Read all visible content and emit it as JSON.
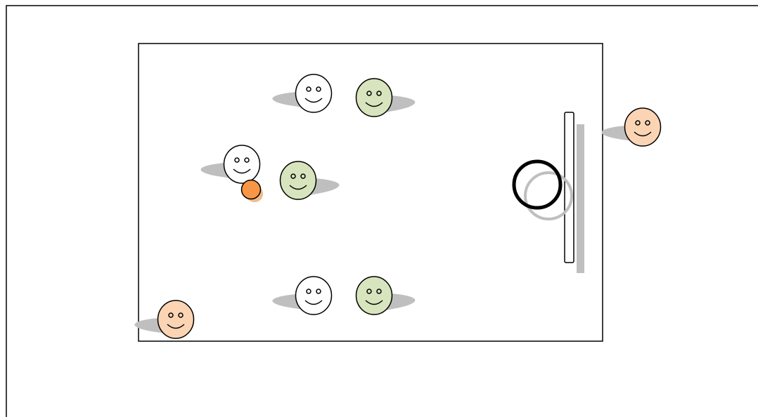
{
  "diagram": {
    "type": "basketball-court-play",
    "colors": {
      "frame": "#000000",
      "court_line": "#000000",
      "shadow": "#bfbfbf",
      "team_white_face": "#ffffff",
      "team_green_face": "#d7e4bd",
      "team_peach_face": "#fbd4b4",
      "ball": "#f79646",
      "ball_shadow": "#f2b98a",
      "hoop_rim": "#000000",
      "hoop_shadow": "#bfbfbf",
      "backboard_fill": "#ffffff"
    },
    "players": [
      {
        "id": "white-1",
        "team": "white",
        "shadow_side": "left"
      },
      {
        "id": "green-1",
        "team": "green",
        "shadow_side": "right"
      },
      {
        "id": "white-2",
        "team": "white",
        "shadow_side": "left"
      },
      {
        "id": "green-2",
        "team": "green",
        "shadow_side": "right"
      },
      {
        "id": "white-3",
        "team": "white",
        "shadow_side": "left"
      },
      {
        "id": "green-3",
        "team": "green",
        "shadow_side": "right"
      },
      {
        "id": "peach-1",
        "team": "peach",
        "shadow_side": "left"
      },
      {
        "id": "peach-2",
        "team": "peach",
        "shadow_side": "left"
      }
    ],
    "icons": [
      "smiley-face-icon",
      "ball-icon",
      "hoop-icon",
      "backboard-icon"
    ]
  }
}
